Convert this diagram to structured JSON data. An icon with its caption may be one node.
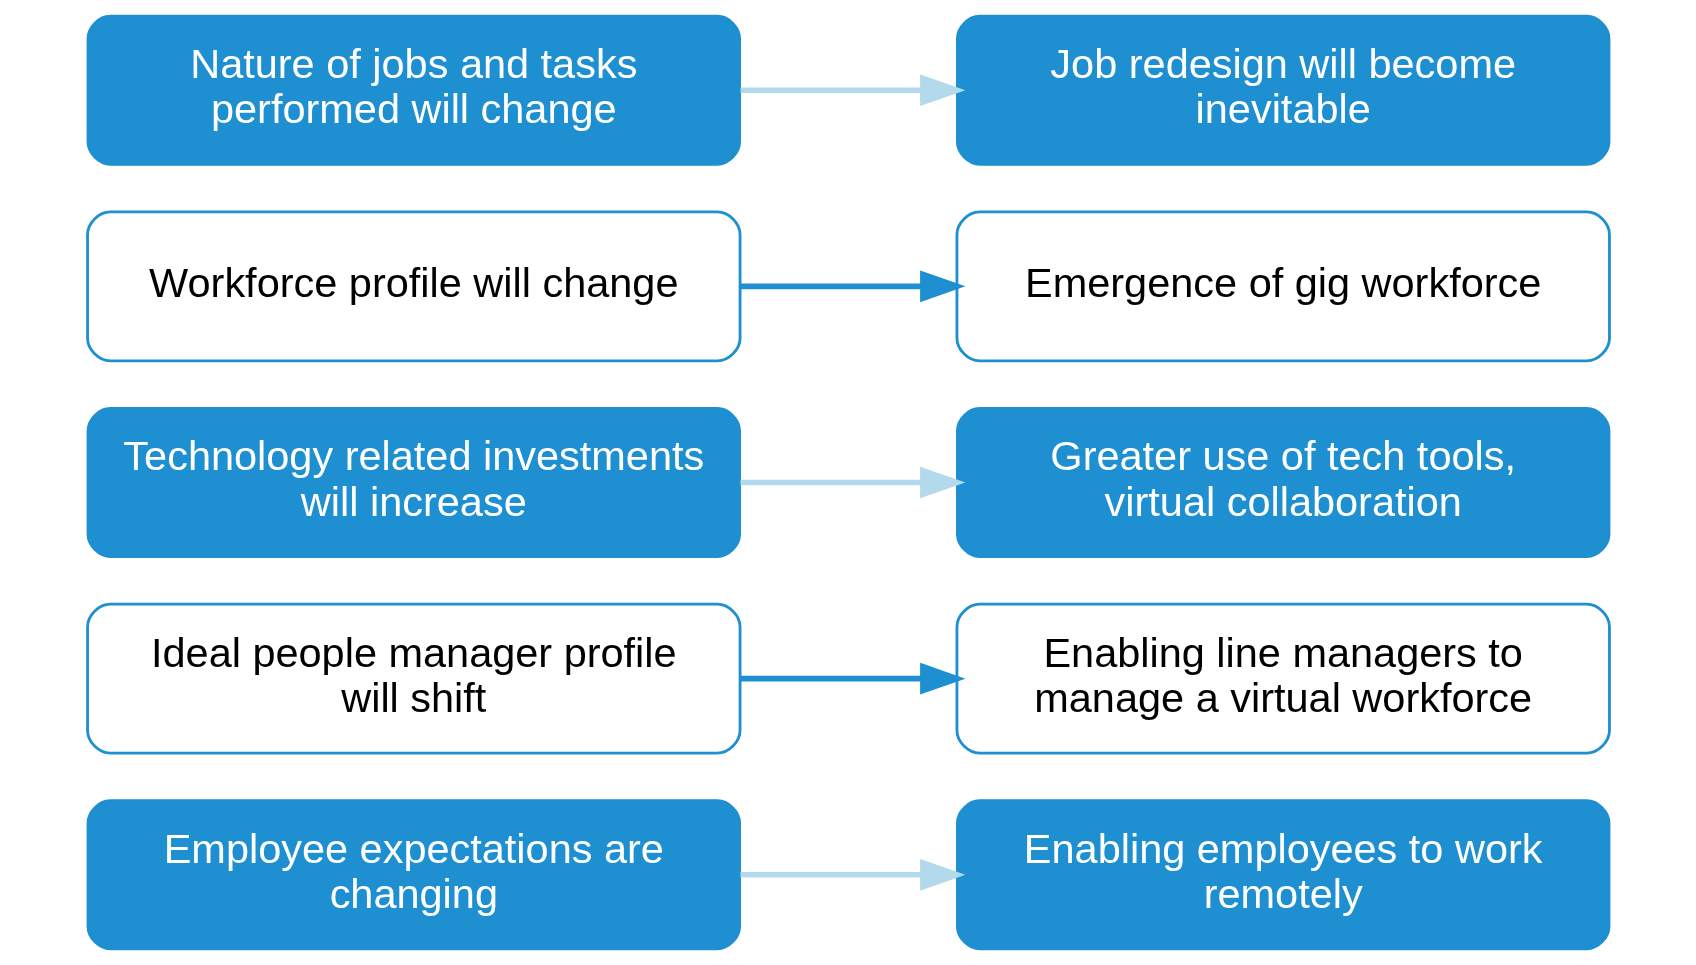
{
  "diagram": {
    "nodes": [
      {
        "text": [
          "Employee expectations are changing"
        ]
      },
      {
        "text": [
          "Enabling employees to work remotely"
        ]
      },
      {
        "text": [
          "Ideal people manager profile will shift"
        ]
      },
      {
        "text": [
          "Enabling line managers to manage a virtual workforce"
        ]
      },
      {
        "text": [
          "Technology related investments will increase"
        ]
      },
      {
        "text": [
          "Greater use of tech tools, virtual collaboration"
        ]
      },
      {
        "text": [
          "Workforce profile will change"
        ]
      },
      {
        "text": [
          "Emergence of gig workforce"
        ]
      },
      {
        "text": [
          "Nature of jobs and tasks performed will change"
        ]
      },
      {
        "text": [
          "Job redesign will become inevitable"
        ]
      }
    ],
    "edges": [
      {
        "from": 0,
        "to": 1,
        "arrow": "to"
      },
      {
        "from": 2,
        "to": 3,
        "arrow": "to",
        "color": "#1e8fd0"
      },
      {
        "from": 4,
        "to": 5,
        "arrow": "to"
      },
      {
        "from": 6,
        "to": 7,
        "arrow": "to",
        "color": "#1e8fd0"
      },
      {
        "from": 8,
        "to": 9,
        "arrow": "to"
      }
    ]
  }
}
